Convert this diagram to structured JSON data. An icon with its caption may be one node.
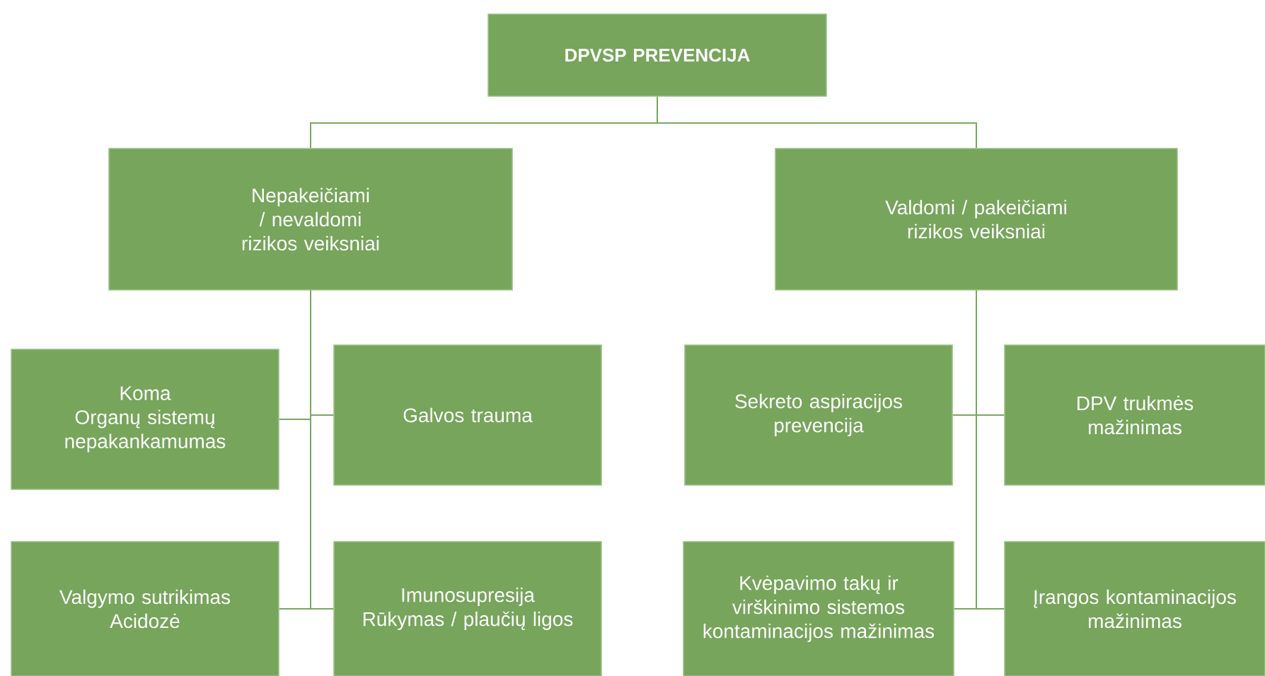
{
  "diagram": {
    "nodes": [
      {
        "text": [
          "DPVSP PREVENCIJA"
        ]
      },
      {
        "text": [
          "Nepakeičiami / nevaldomi rizikos veiksniai"
        ]
      },
      {
        "text": [
          "Valdomi / pakeičiami rizikos veiksniai"
        ]
      },
      {
        "text": [
          "Koma",
          "Organų sistemų nepakankamumas"
        ]
      },
      {
        "text": [
          "Galvos trauma"
        ]
      },
      {
        "text": [
          "Valgymo sutrikimas",
          "Acidozė"
        ]
      },
      {
        "text": [
          "Imunosupresija",
          "Rūkymas / plaučių ligos"
        ]
      },
      {
        "text": [
          "Sekreto aspiracijos prevencija"
        ]
      },
      {
        "text": [
          "DPV trukmės mažinimas"
        ]
      },
      {
        "text": [
          "Kvėpavimo takų ir virškinimo sistemos kontaminacijos mažinimas"
        ]
      },
      {
        "text": [
          "Įrangos kontaminacijos mažinimas"
        ]
      }
    ],
    "edges": [
      {
        "from": 0,
        "to": 1,
        "arrow": "none"
      },
      {
        "from": 0,
        "to": 2,
        "arrow": "none"
      },
      {
        "from": 1,
        "to": 3,
        "arrow": "none"
      },
      {
        "from": 1,
        "to": 4,
        "arrow": "none"
      },
      {
        "from": 1,
        "to": 5,
        "arrow": "none"
      },
      {
        "from": 1,
        "to": 6,
        "arrow": "none"
      },
      {
        "from": 2,
        "to": 7,
        "arrow": "none"
      },
      {
        "from": 2,
        "to": 8,
        "arrow": "none"
      },
      {
        "from": 2,
        "to": 9,
        "arrow": "none"
      },
      {
        "from": 2,
        "to": 10,
        "arrow": "none"
      }
    ]
  }
}
